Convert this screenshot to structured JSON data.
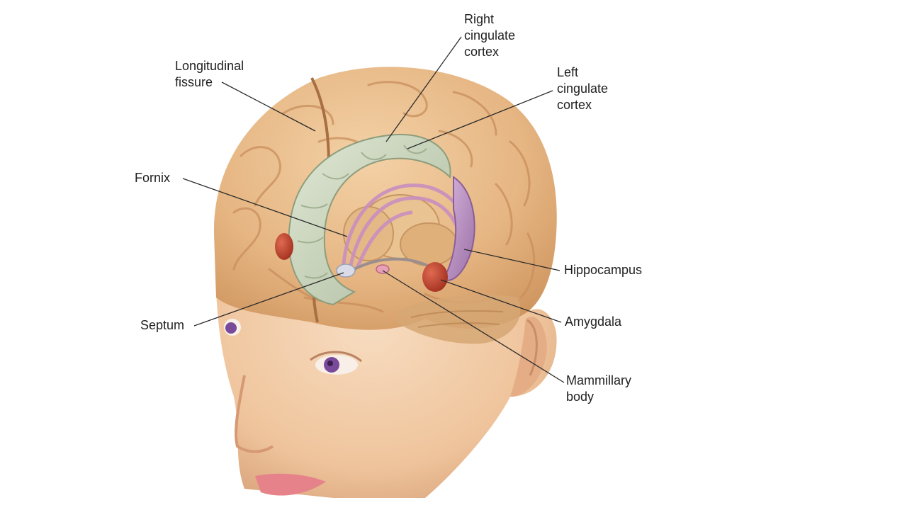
{
  "labels": {
    "right_cingulate_cortex": "Right\ncingulate\ncortex",
    "left_cingulate_cortex": "Left\ncingulate\ncortex",
    "longitudinal_fissure": "Longitudinal\nfissure",
    "fornix": "Fornix",
    "hippocampus": "Hippocampus",
    "septum": "Septum",
    "amygdala": "Amygdala",
    "mammillary_body": "Mammillary\nbody"
  },
  "colors": {
    "background": "#ffffff",
    "skin": "#f0c9a2",
    "brain": "#e2b27f",
    "cingulate": "#c9d4bd",
    "fornix": "#d8a6c8",
    "hippocampus": "#b48ab8",
    "amygdala": "#c0442f",
    "eye": "#7a4a9a",
    "lips": "#e6838a",
    "leader_line": "#2a2a2a"
  }
}
